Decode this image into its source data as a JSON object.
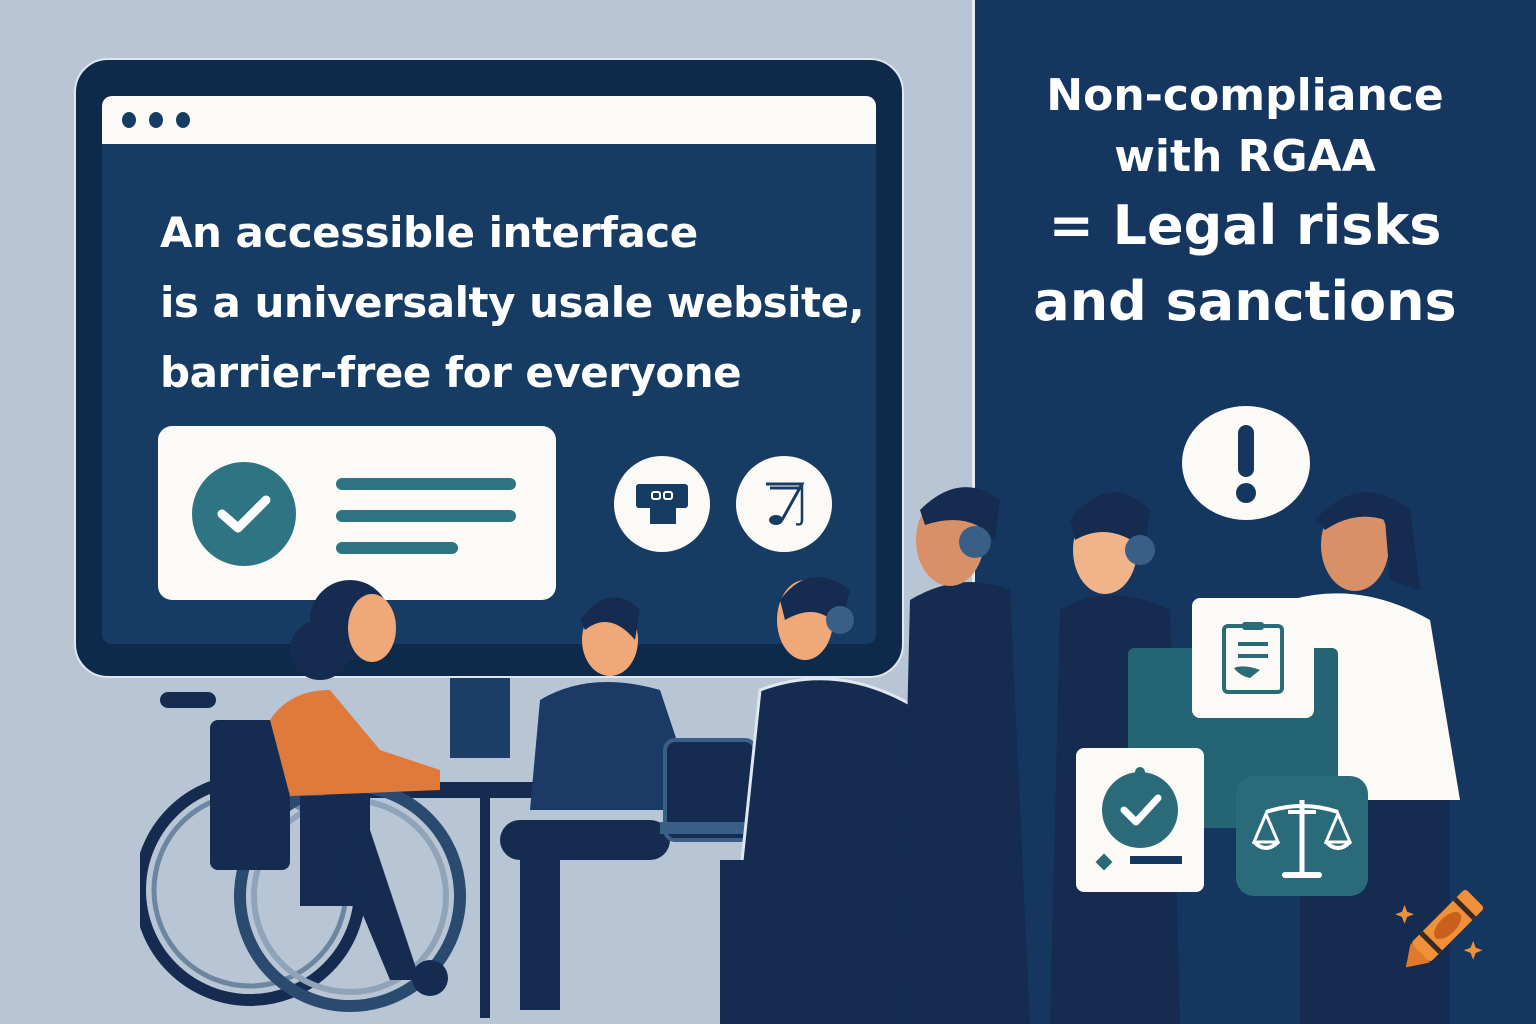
{
  "scene": {
    "left_panel_color": "#b8c5d5",
    "right_panel_color": "#15375f",
    "accent_teal": "#2f7482",
    "accent_orange": "#e07a3a"
  },
  "browser_window": {
    "window_dots": [
      "dot-1",
      "dot-2",
      "dot-3"
    ],
    "headline": {
      "line1": "An accessible interface",
      "line2": "is a universalty usale website,",
      "line3": "barrier-free for everyone"
    },
    "card": {
      "icon": "check-circle-icon",
      "lines": 3
    },
    "round_icons": [
      "screen-reader-device-icon",
      "music-note-icon"
    ]
  },
  "warning_panel": {
    "line1": "Non-compliance",
    "line2": "with RGAA",
    "line3": "= Legal risks",
    "line4": "and sanctions",
    "alert_icon": "exclamation-icon",
    "tiles": [
      "clipboard-document-icon",
      "certificate-check-icon",
      "scales-of-justice-icon"
    ]
  },
  "people": [
    {
      "role": "woman in wheelchair",
      "shirt": "#e07a3a"
    },
    {
      "role": "seated man",
      "shirt": "#1b3a66"
    },
    {
      "role": "man with headphones at laptop",
      "shirt": "#152c50"
    },
    {
      "role": "standing man with headphones",
      "shirt": "#152c50"
    },
    {
      "role": "standing person with headphones",
      "shirt": "#152c50"
    },
    {
      "role": "standing woman",
      "shirt": "#fbfaf6"
    }
  ],
  "watermark": {
    "icon": "crayon-icon"
  }
}
